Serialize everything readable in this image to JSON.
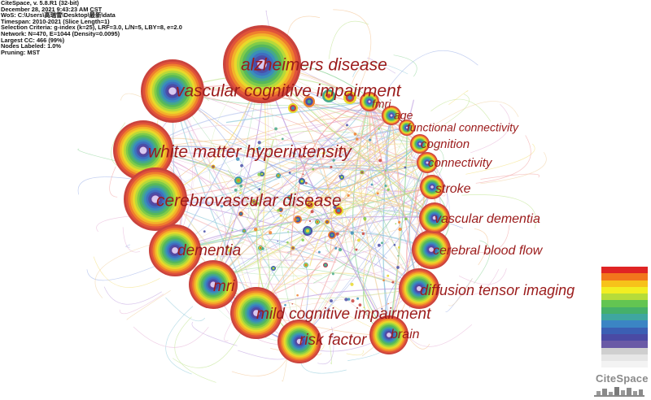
{
  "info_lines": [
    "CiteSpace, v. 5.8.R1 (32-bit)",
    "December 28, 2021 9:43:23 AM CST",
    "WoS: C:\\Users\\高瑞雪\\Desktop\\最新\\data",
    "Timespan: 2010-2021 (Slice Length=1)",
    "Selection Criteria: g-index (k=25), LRF=3.0, L/N=5, LBY=8, e=2.0",
    "Network: N=470, E=1044 (Density=0.0095)",
    "Largest CC: 466 (99%)",
    "Nodes Labeled: 1.0%",
    "Pruning: MST"
  ],
  "keywords": [
    {
      "label": "alzheimers disease"
    },
    {
      "label": "vascular cognitive impairment"
    },
    {
      "label": "white matter hyperintensity"
    },
    {
      "label": "cerebrovascular disease"
    },
    {
      "label": "dementia"
    },
    {
      "label": "mri"
    },
    {
      "label": "mild cognitive impairment"
    },
    {
      "label": "risk factor"
    },
    {
      "label": "brain"
    },
    {
      "label": "diffusion tensor imaging"
    },
    {
      "label": "cerebral blood flow"
    },
    {
      "label": "vascular dementia"
    },
    {
      "label": "stroke"
    },
    {
      "label": "connectivity"
    },
    {
      "label": "cognition"
    },
    {
      "label": "functional connectivity"
    },
    {
      "label": "age"
    },
    {
      "label": "fmri"
    }
  ],
  "ring_colors": [
    "#c9433d",
    "#e0533a",
    "#ef7f2d",
    "#f3b22a",
    "#e9d82a",
    "#b7d93a",
    "#7fcb4a",
    "#57b85a",
    "#45a88a",
    "#3a8fb8",
    "#3f6fc0",
    "#4a4fa8",
    "#5f3f98"
  ],
  "legend_colors": [
    "#e02424",
    "#f2761c",
    "#f7c21a",
    "#f2ee22",
    "#b6dc3a",
    "#63c552",
    "#45b06a",
    "#3fa6a0",
    "#3b85c4",
    "#3b5fb4",
    "#4a4aa4",
    "#6a5aa6",
    "#cfcfcf",
    "#e6e6e6",
    "#f3f3f3"
  ],
  "brand": "CiteSpace"
}
